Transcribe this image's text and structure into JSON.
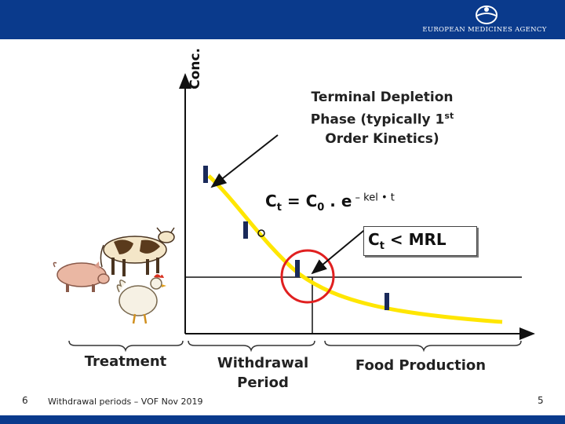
{
  "header": {
    "agency_name": "EUROPEAN MEDICINES AGENCY"
  },
  "diagram": {
    "y_axis_label": "Conc.",
    "annotation_line1": "Terminal Depletion",
    "annotation_line2_text": "Phase  (typically 1",
    "annotation_line2_sup": "st",
    "annotation_line3": "Order Kinetics)",
    "formula": {
      "lhs": "C",
      "lhs_sub": "t",
      "eq": " = C",
      "c0_sub": "0",
      "dot_e": " . e",
      "exponent": " – kel • t"
    },
    "mrl": {
      "c": "C",
      "sub": "t",
      "rest": " < MRL"
    },
    "phase_labels": {
      "treatment": "Treatment",
      "withdrawal_line1": "Withdrawal",
      "withdrawal_line2": "Period",
      "food_production": "Food Production"
    }
  },
  "footer": {
    "text": "Withdrawal periods – VOF Nov 2019",
    "slide_left": "6",
    "slide_right": "5"
  },
  "colors": {
    "header_bar": "#0a3a8c",
    "curve": "#ffe600",
    "circle": "#e02020",
    "markers": "#1a2a5a"
  },
  "icons": [
    "ema-logo-icon",
    "cow-icon",
    "pig-icon",
    "chicken-icon"
  ]
}
